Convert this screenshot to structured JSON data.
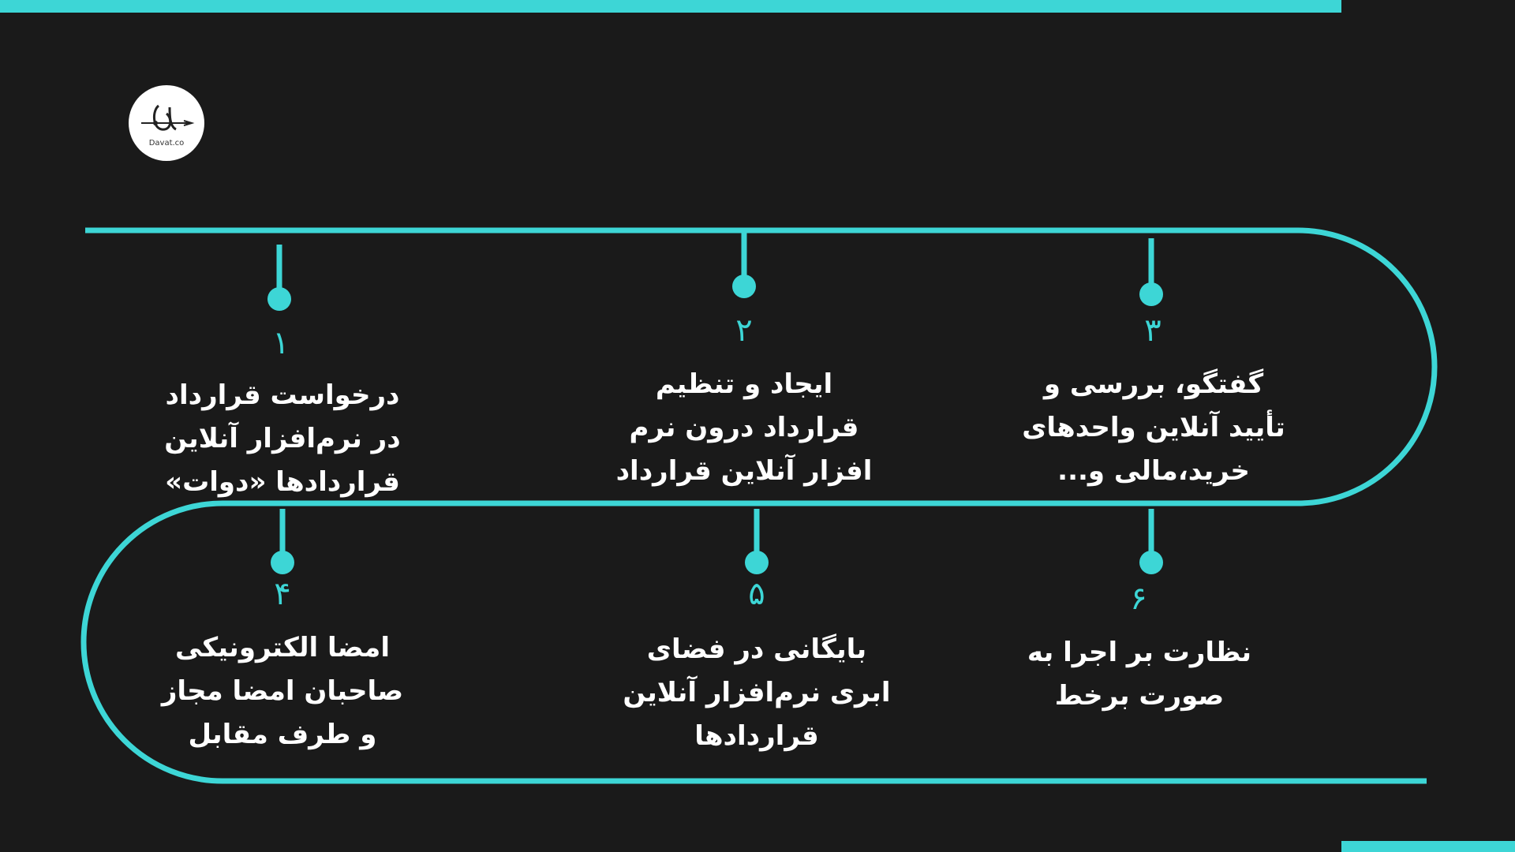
{
  "logo": {
    "text": "Davat.co"
  },
  "colors": {
    "accent": "#3dd6d6",
    "background": "#1a1a1a",
    "text": "#ffffff"
  },
  "steps": [
    {
      "number": "۱",
      "text": "درخواست قرارداد\nدر نرم‌افزار آنلاین\nقراردادها «دوات»"
    },
    {
      "number": "۲",
      "text": "ایجاد و تنظیم\nقرارداد درون نرم\nافزار آنلاین قرارداد"
    },
    {
      "number": "۳",
      "text": "گفتگو، بررسی و\nتأیید آنلاین واحدهای\nخرید،مالی و..."
    },
    {
      "number": "۴",
      "text": "امضا الکترونیکی\nصاحبان امضا مجاز\nو طرف مقابل"
    },
    {
      "number": "۵",
      "text": "بایگانی در فضای\nابری نرم‌افزار آنلاین\nقراردادها"
    },
    {
      "number": "۶",
      "text": "نظارت بر اجرا به\nصورت برخط"
    }
  ]
}
